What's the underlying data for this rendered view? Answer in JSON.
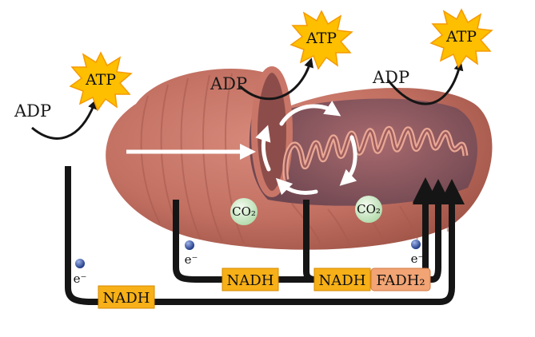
{
  "labels": {
    "atp": "ATP",
    "adp": "ADP",
    "nadh": "NADH",
    "fadh2": "FADH₂",
    "co2": "CO₂",
    "electron": "e⁻"
  },
  "colors": {
    "atp_burst": "#fdbf00",
    "atp_burst_edge": "#f59a00",
    "nadh_box": "#f7b017",
    "fadh2_box": "#f2a474",
    "mito_outer": "#c97668",
    "mito_inner": "#b8675a",
    "arrow_line": "#151515",
    "co2_bubble": "#d8ecd0",
    "electron": "#2f4c9a"
  }
}
